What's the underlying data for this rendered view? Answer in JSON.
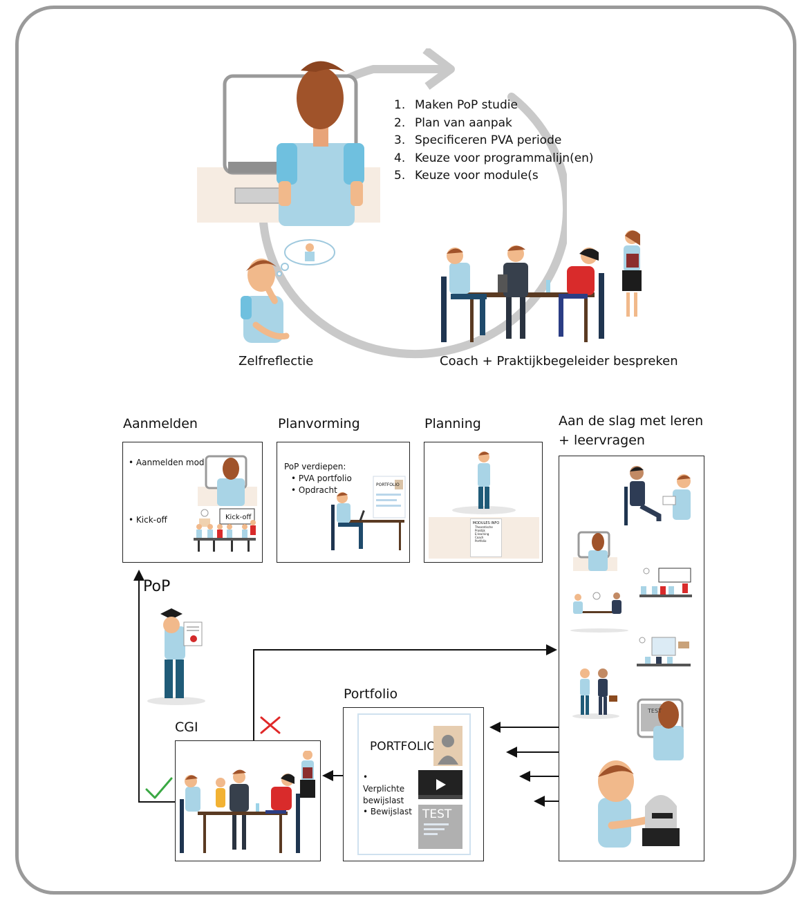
{
  "steps": [
    {
      "num": "1.",
      "text": "Maken PoP studie"
    },
    {
      "num": "2.",
      "text": "Plan van aanpak"
    },
    {
      "num": "3.",
      "text": "Specificeren PVA periode"
    },
    {
      "num": "4.",
      "text": "Keuze voor programmalijn(en)"
    },
    {
      "num": "5.",
      "text": "Keuze voor module(s"
    }
  ],
  "captions": {
    "zelfreflectie": "Zelfreflectie",
    "coach": "Coach + Praktijkbegeleider bespreken"
  },
  "stages": {
    "aanmelden": {
      "title": "Aanmelden",
      "item1": "Aanmelden module",
      "item2": "Kick-off",
      "board": "Kick-off"
    },
    "planvorming": {
      "title": "Planvorming",
      "intro": "PoP verdiepen:",
      "item1": "PVA portfolio",
      "item2": "Opdracht",
      "doc": "PORTFOLIO"
    },
    "planning": {
      "title": "Planning",
      "sheet_title": "MODULES INFO",
      "sheet_lines": [
        "Theoretische",
        "Praktijk",
        "E-learning",
        "Coach",
        "Portfolio"
      ]
    },
    "leren": {
      "title_line1": "Aan de slag met leren",
      "title_line2": "+ leervragen"
    },
    "pop": {
      "title": "PoP"
    },
    "cgi": {
      "title": "CGI"
    },
    "portfolio": {
      "title": "Portfolio",
      "heading": "PORTFOLIO",
      "item1": "Verplichte bewijslast",
      "item2": "Bewijslast",
      "test": "TEST"
    },
    "screen_test": "TEST"
  },
  "colors": {
    "cycle": "#c9c9c9",
    "frame": "#9a9a9a",
    "skin": "#f1b98b",
    "shirt": "#a9d4e6",
    "hair": "#a0532a",
    "check": "#3aa843",
    "cross": "#e02828"
  }
}
